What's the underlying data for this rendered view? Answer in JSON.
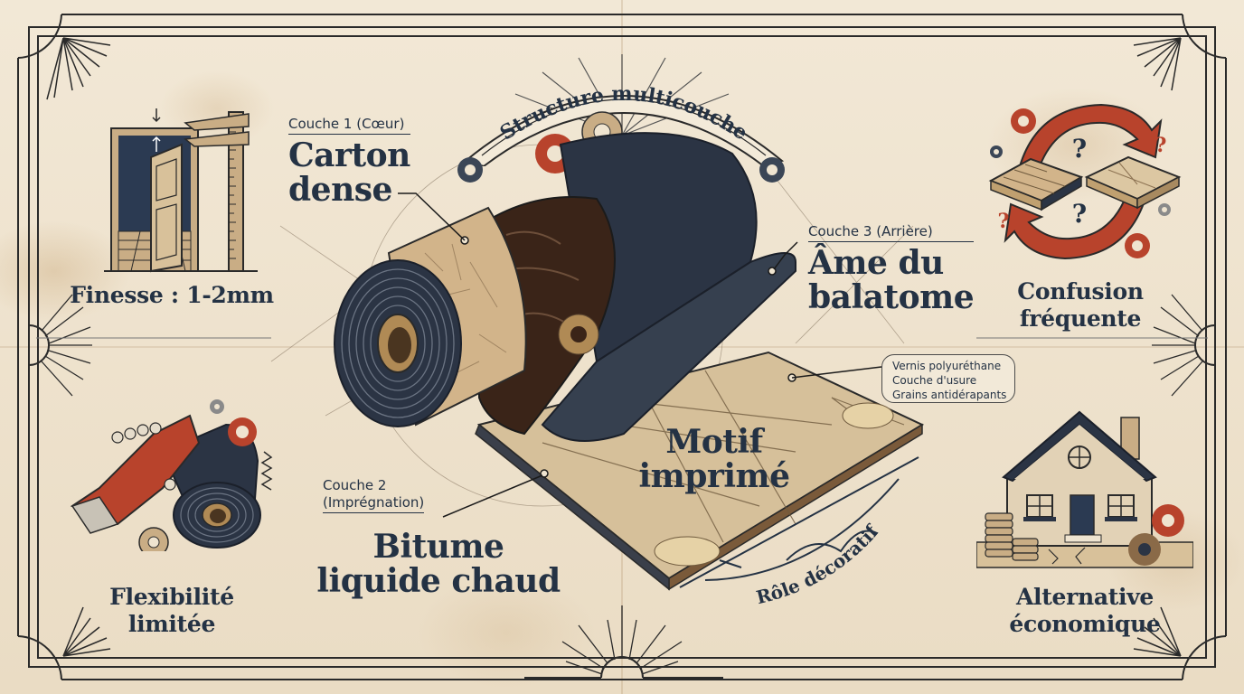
{
  "header": {
    "ribbon_title": "Structure multicouche"
  },
  "layers": {
    "layer1": {
      "label": "Couche 1 (Cœur)",
      "title_line1": "Carton",
      "title_line2": "dense"
    },
    "layer2": {
      "label_line1": "Couche 2",
      "label_line2": "(Imprégnation)",
      "title_line1": "Bitume",
      "title_line2": "liquide chaud"
    },
    "layer3": {
      "label": "Couche 3 (Arrière)",
      "title_line1": "Âme du",
      "title_line2": "balatome"
    }
  },
  "top_layer_bubble": {
    "lines": [
      "Vernis polyuréthane",
      "Couche d'usure",
      "Grains antidérapants"
    ]
  },
  "printed_pattern": {
    "title_line1": "Motif",
    "title_line2": "imprimé",
    "role_label": "Rôle décoratif"
  },
  "side_panels": {
    "thinness": {
      "title": "Finesse : 1-2mm",
      "icon": "caliper-door-icon"
    },
    "flexibility": {
      "title_line1": "Flexibilité",
      "title_line2": "limitée",
      "icon": "robot-hand-roll-icon"
    },
    "confusion": {
      "title_line1": "Confusion",
      "title_line2": "fréquente",
      "icon": "swap-arrows-question-icon"
    },
    "economy": {
      "title_line1": "Alternative",
      "title_line2": "économique",
      "icon": "house-coins-icon"
    }
  },
  "colors": {
    "ink": "#243244",
    "paper": "#efe4d0",
    "rust": "#b8432c",
    "tan": "#c9ad85",
    "bitumen": "#3a2418",
    "roll_dark": "#2b3444"
  }
}
